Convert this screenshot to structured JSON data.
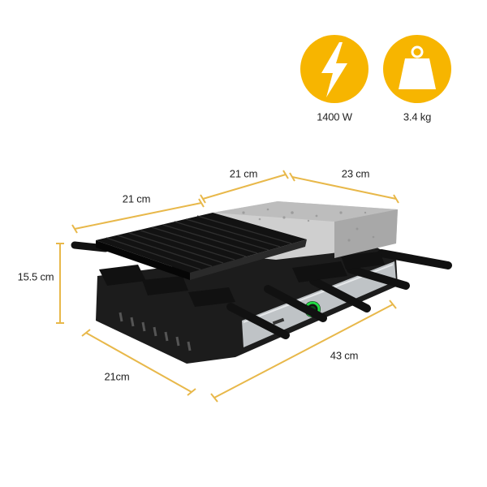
{
  "specs": {
    "power": {
      "icon": "lightning-bolt-icon",
      "label": "1400 W"
    },
    "weight": {
      "icon": "weight-icon",
      "label": "3.4 kg"
    }
  },
  "dimensions": {
    "top_left_width": "21 cm",
    "top_right_width": "23 cm",
    "top_depth": "21 cm",
    "height": "15.5 cm",
    "bottom_depth": "21cm",
    "bottom_length": "43 cm"
  },
  "colors": {
    "accent": "#F7B500",
    "dimension_line": "#E8B84A",
    "body": "#1c1c1c",
    "stone": "#bdbdbd",
    "led": "#22dd44"
  }
}
